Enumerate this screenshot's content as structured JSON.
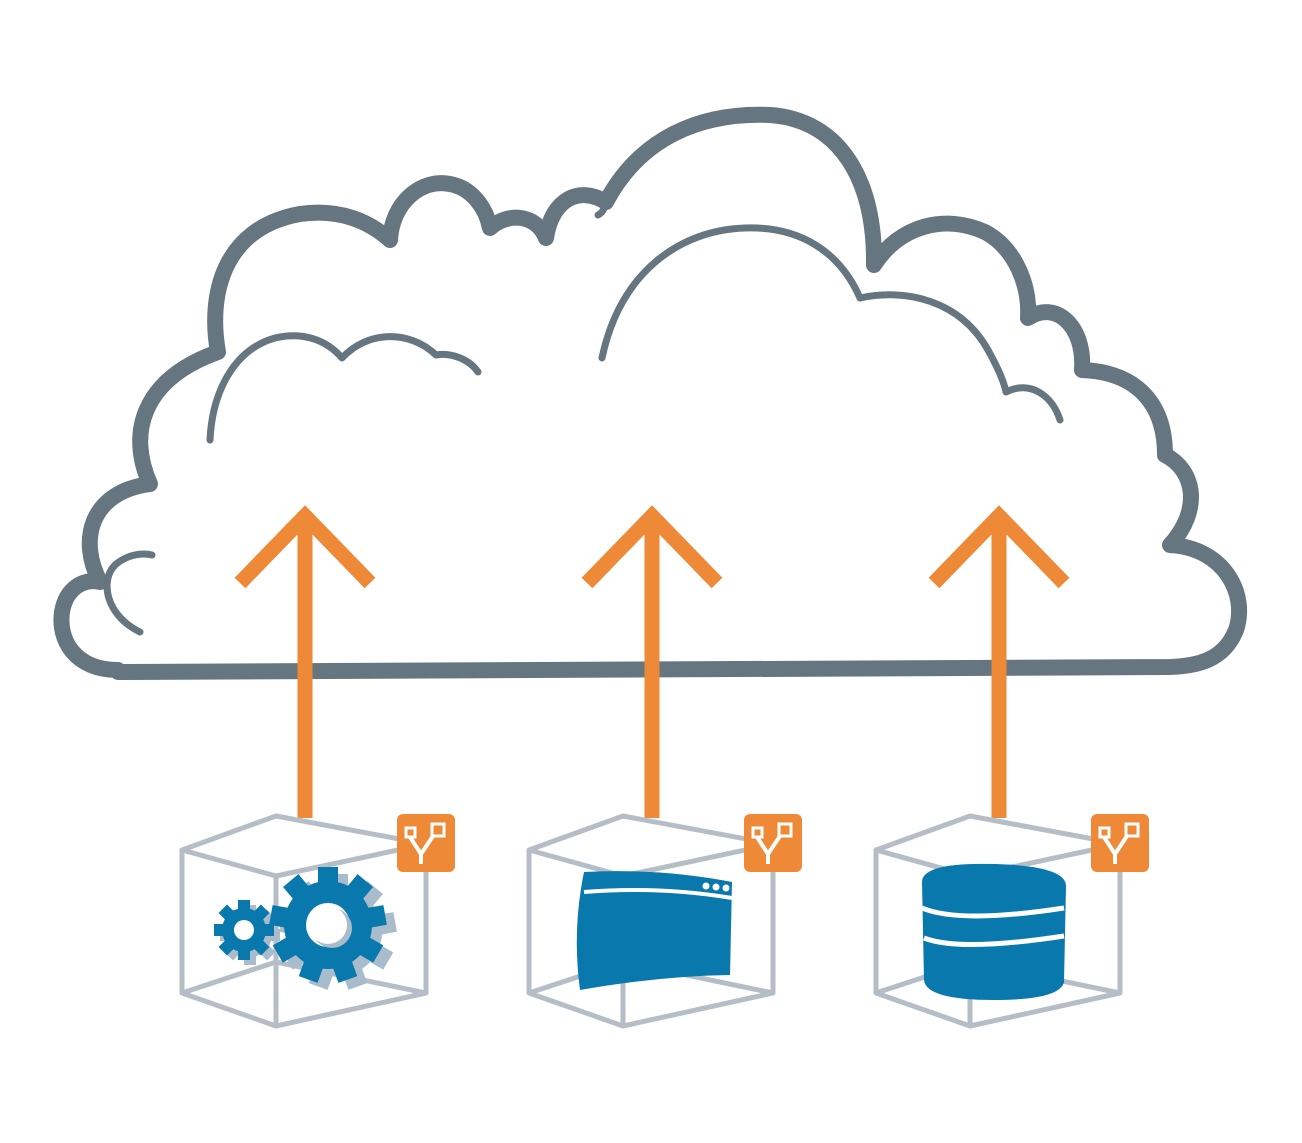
{
  "colors": {
    "cloud_outline": "#667681",
    "arrow": "#ee8a37",
    "cube_frame": "#b5bec7",
    "icon_blue": "#0878ad",
    "icon_shadow": "#a9bccc",
    "badge": "#ee8a37"
  },
  "icons": {
    "cloud": "cloud-icon",
    "arrow": "arrow-up-icon",
    "container": "container-cube-icon",
    "badge": "container-badge-icon",
    "services": "gears-icon",
    "application": "browser-window-icon",
    "storage": "database-icon"
  },
  "workloads": [
    {
      "id": "services",
      "icon": "gears-icon"
    },
    {
      "id": "application",
      "icon": "browser-window-icon"
    },
    {
      "id": "storage",
      "icon": "database-icon"
    }
  ]
}
